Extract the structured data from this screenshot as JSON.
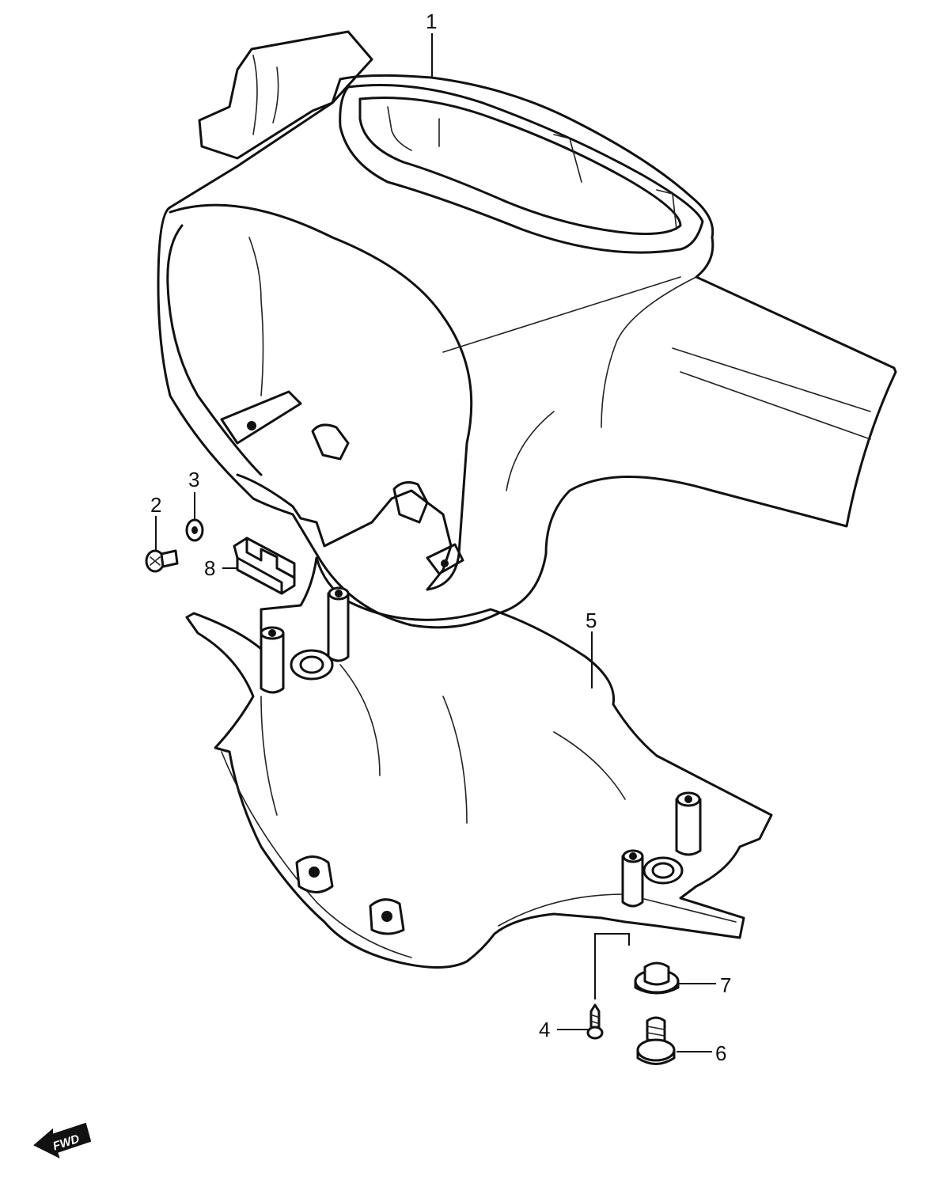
{
  "callouts": {
    "c1": "1",
    "c2": "2",
    "c3": "3",
    "c4": "4",
    "c5": "5",
    "c6": "6",
    "c7": "7",
    "c8": "8"
  },
  "direction_marker": {
    "label": "FWD"
  }
}
